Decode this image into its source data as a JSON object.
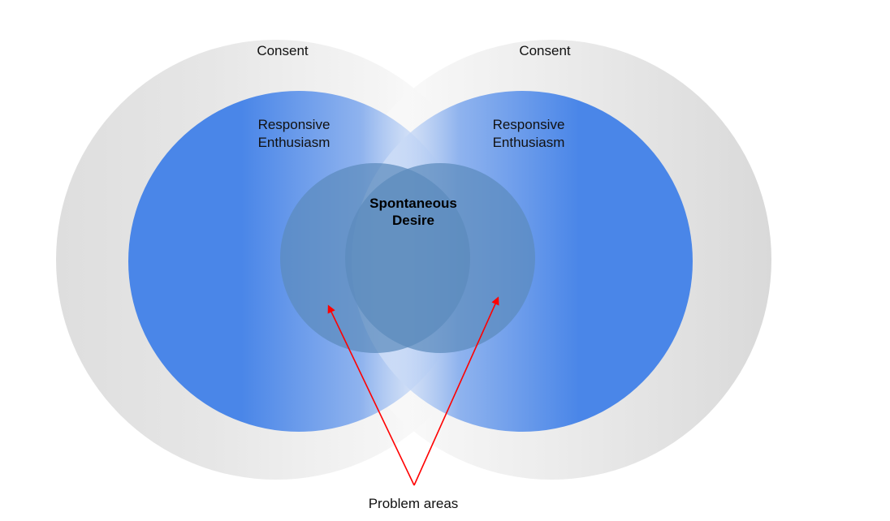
{
  "consent": {
    "left_label": "Consent",
    "right_label": "Consent"
  },
  "responsive": {
    "left_line1": "Responsive",
    "left_line2": "Enthusiasm",
    "right_line1": "Responsive",
    "right_line2": "Enthusiasm"
  },
  "spontaneous": {
    "line1": "Spontaneous",
    "line2": "Desire"
  },
  "annotation": {
    "label": "Problem areas"
  },
  "colors": {
    "consent_grey": "#d9d9d9",
    "responsive_blue": "#4a86e8",
    "spontaneous_blue": "#5b8bbd",
    "arrow_red": "#ff0000"
  }
}
